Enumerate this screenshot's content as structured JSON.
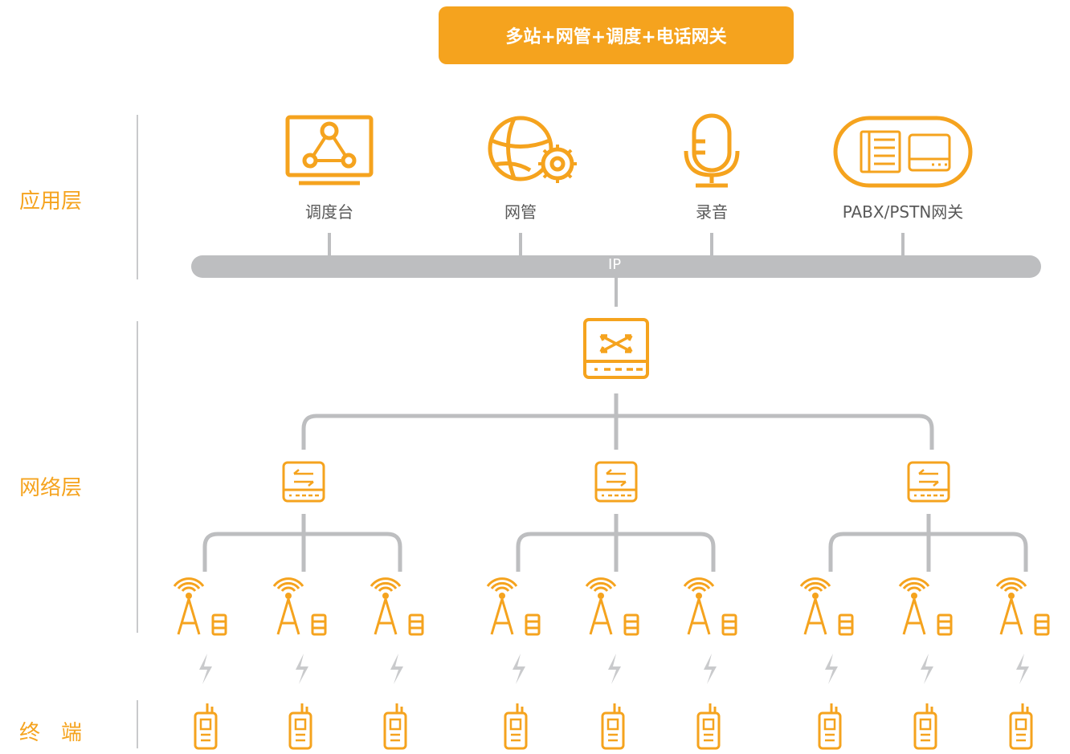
{
  "banner": {
    "title": "多站+网管+调度+电话网关"
  },
  "layers": {
    "application": "应用层",
    "network": "网络层",
    "terminal": "终　端"
  },
  "apps": [
    {
      "label": "调度台",
      "icon": "dispatch-console-icon"
    },
    {
      "label": "网管",
      "icon": "network-management-icon"
    },
    {
      "label": "录音",
      "icon": "microphone-icon"
    },
    {
      "label": "PABX/PSTN网关",
      "icon": "pabx-gateway-icon"
    }
  ],
  "bus": {
    "label": "IP"
  },
  "colors": {
    "accent": "#F5A31E",
    "line": "#BDBEC0",
    "text": "#595959"
  }
}
